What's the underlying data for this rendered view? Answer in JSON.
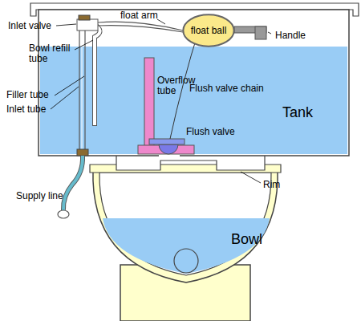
{
  "diagram": {
    "nodes": [
      {
        "text": [
          "float ball"
        ]
      }
    ],
    "labels": [
      "Inlet valve",
      "float arm",
      "Handle",
      "Bowl refill tube",
      "Filler tube",
      "Inlet tube",
      "Overflow tube",
      "Flush valve chain",
      "Tank",
      "Flush valve",
      "Rim",
      "Supply line",
      "Bowl"
    ]
  }
}
